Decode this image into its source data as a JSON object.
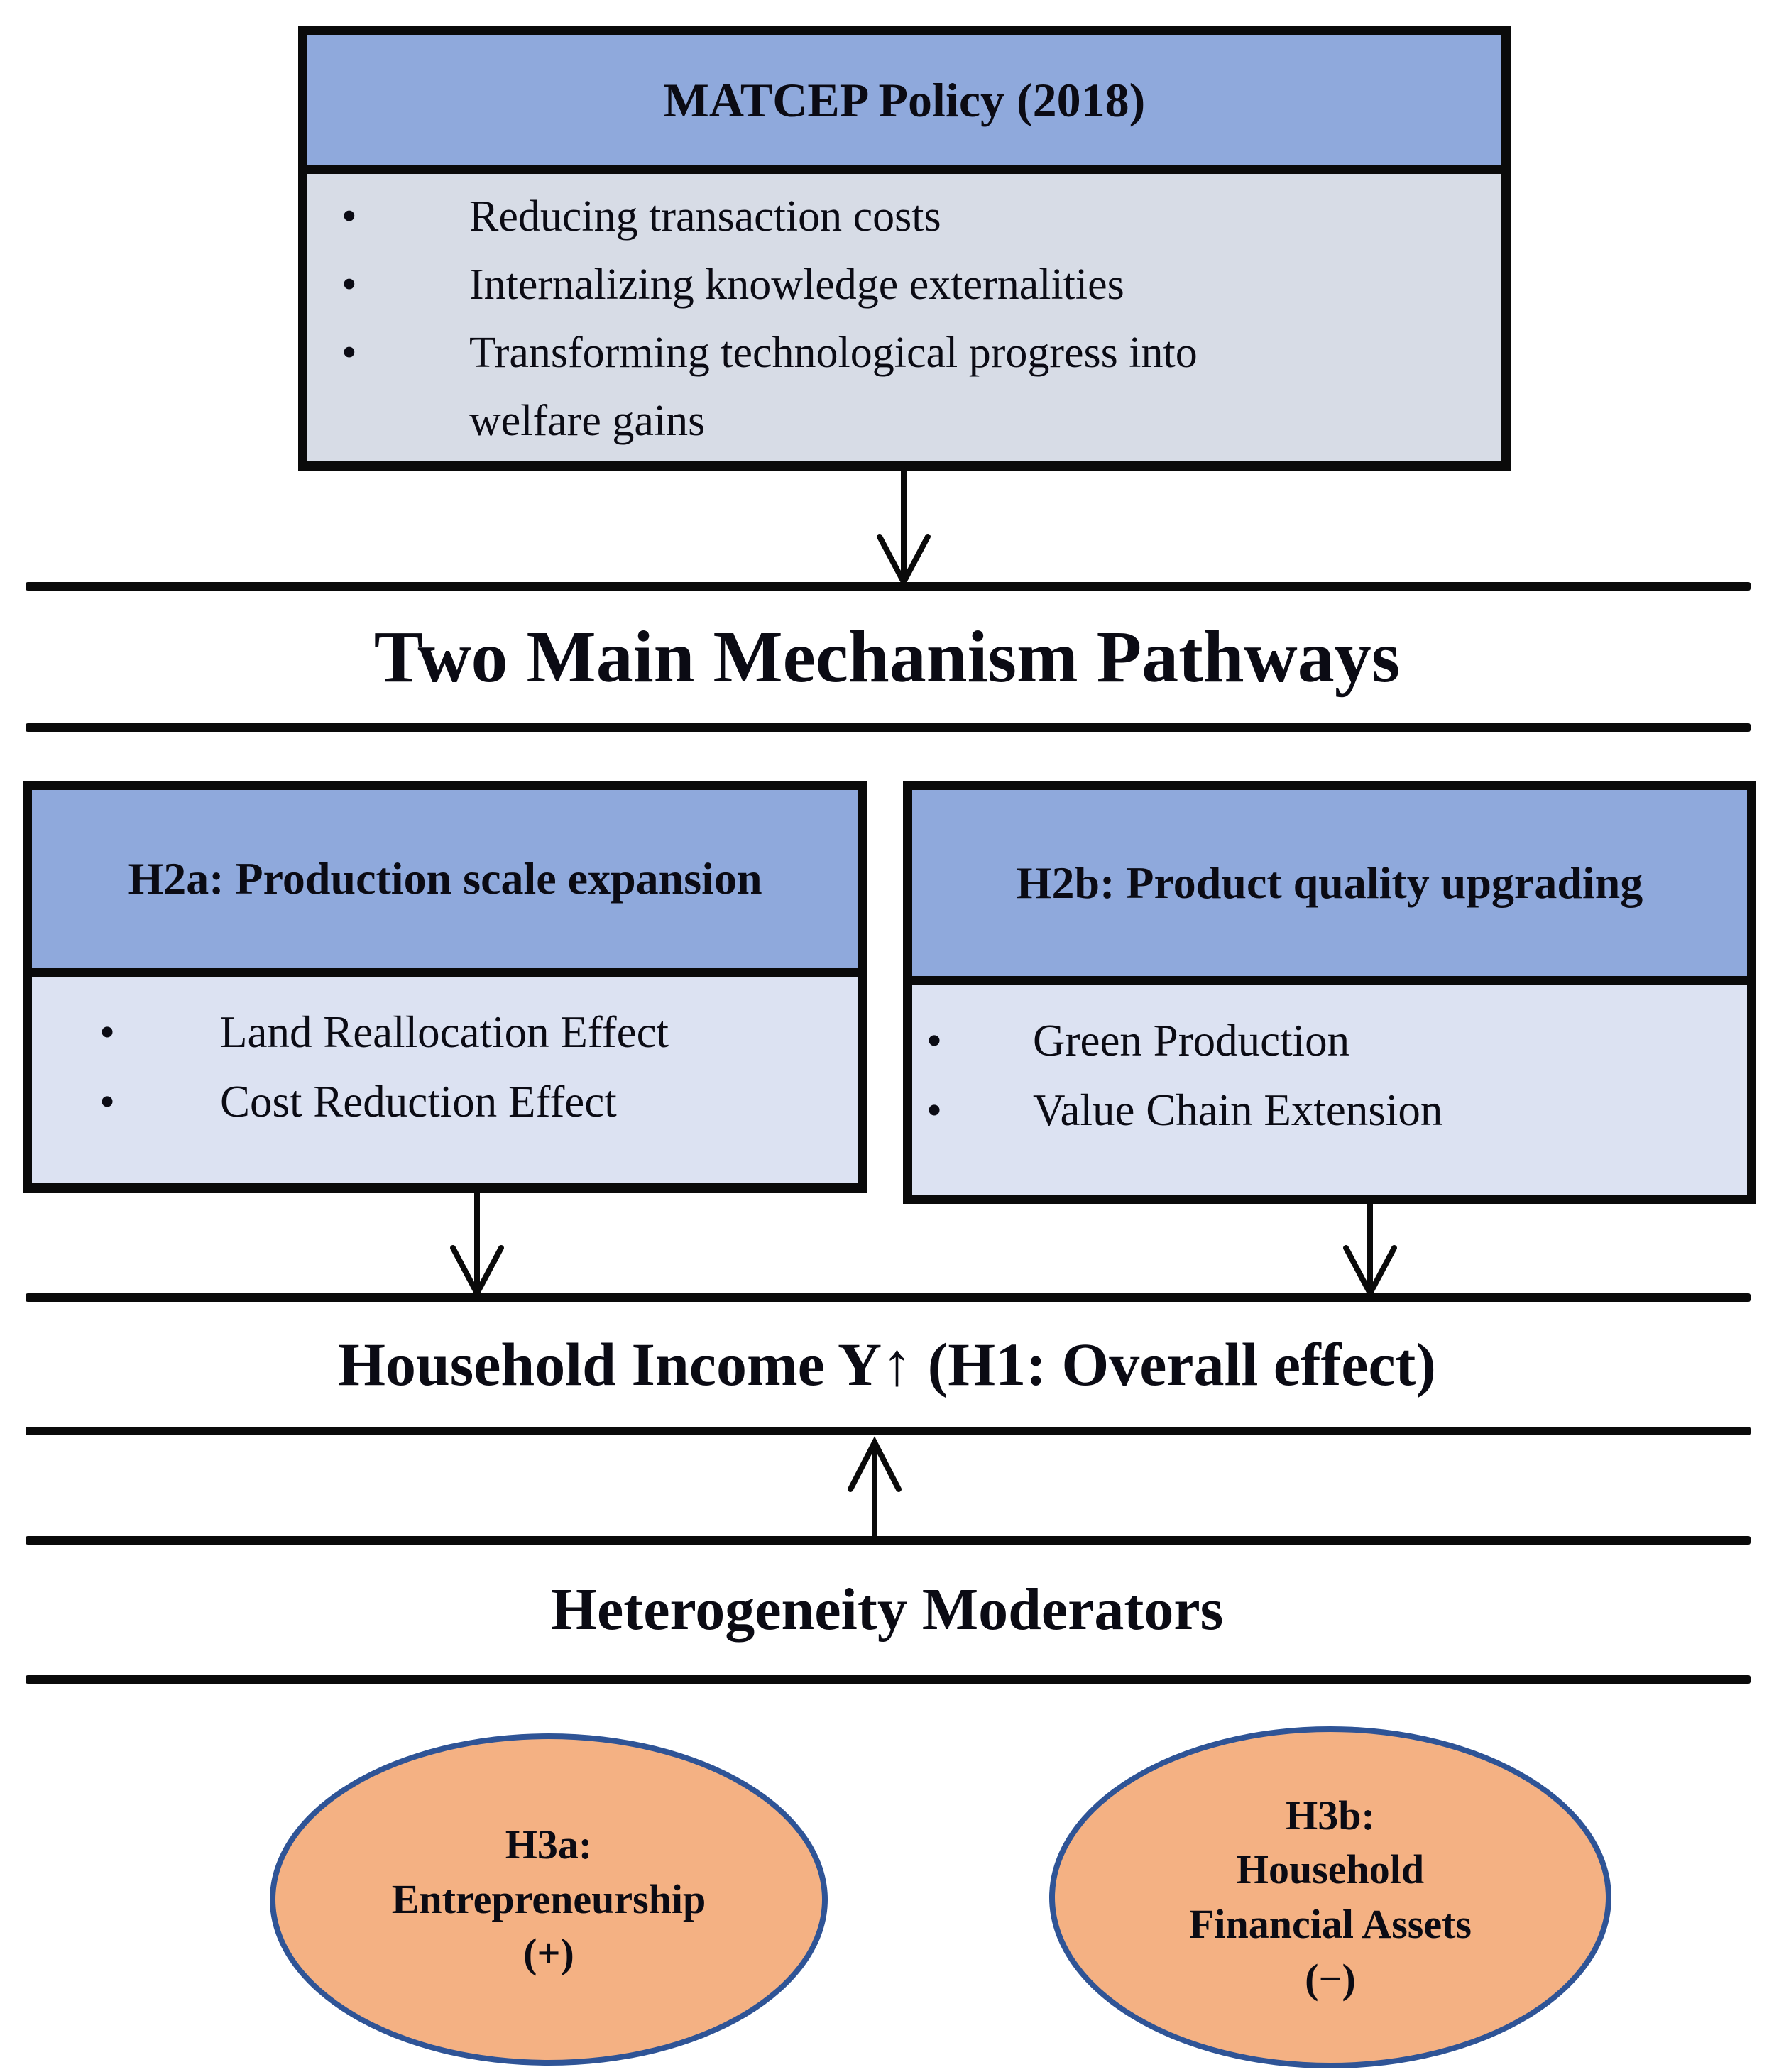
{
  "diagram": {
    "policy_box": {
      "title": "MATCEP Policy (2018)",
      "bullets": [
        "Reducing transaction costs",
        "Internalizing knowledge externalities",
        "Transforming technological progress into welfare gains"
      ]
    },
    "pathways_title": "Two Main Mechanism Pathways",
    "mechanisms": [
      {
        "title": "H2a: Production scale expansion",
        "bullets": [
          "Land Reallocation Effect",
          "Cost Reduction Effect"
        ]
      },
      {
        "title": "H2b: Product quality upgrading",
        "bullets": [
          "Green Production",
          "Value Chain Extension"
        ]
      }
    ],
    "income_title": "Household Income Y↑ (H1: Overall effect)",
    "moderators_title": "Heterogeneity Moderators",
    "moderators": [
      {
        "lines": [
          "H3a:",
          "Entrepreneurship",
          "(+)"
        ]
      },
      {
        "lines": [
          "H3b:",
          "Household",
          "Financial Assets",
          "(−)"
        ]
      }
    ],
    "colors": {
      "header_blue": "#8FA9DC",
      "policy_body": "#D7DCE6",
      "mechanism_body": "#DCE2F2",
      "ellipse_fill": "#F4B183",
      "ellipse_border": "#2F5496",
      "line_black": "#0A0A0A"
    }
  }
}
